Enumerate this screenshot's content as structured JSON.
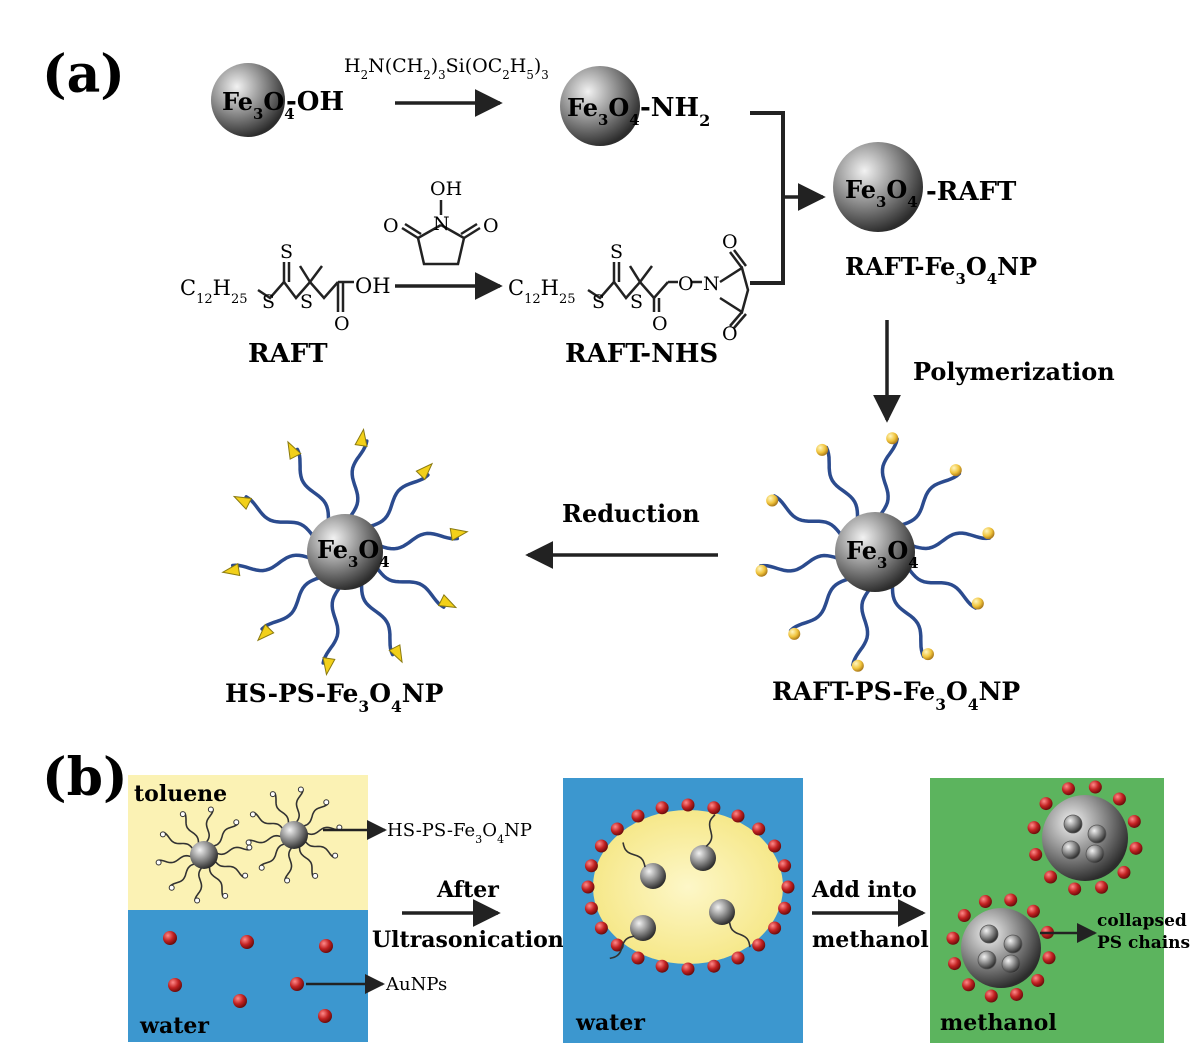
{
  "panel_a": {
    "label": "(a)",
    "core": "Fe3O4",
    "oh": "-OH",
    "nh2": "-NH2",
    "raft_suffix": "-RAFT",
    "silane_reagent": "H2N(CH2)3Si(OC2H5)3",
    "raft_name": "RAFT",
    "raft_nhs_name": "RAFT-NHS",
    "raft_np_name": "RAFT-Fe3O4NP",
    "polymerization": "Polymerization",
    "reduction": "Reduction",
    "hs_ps_name": "HS-PS-Fe3O4NP",
    "raft_ps_name": "RAFT-PS-Fe3O4NP",
    "alkyl": "C12H25",
    "atom_s": "S",
    "atom_o": "O",
    "atom_n": "N",
    "oh_group": "OH",
    "ester_o": "O"
  },
  "panel_b": {
    "label": "(b)",
    "toluene": "toluene",
    "water_left": "water",
    "water_mid": "water",
    "methanol": "methanol",
    "hs_ps_label": "HS-PS-Fe3O4NP",
    "aunps": "AuNPs",
    "step1_line1": "After",
    "step1_line2": "Ultrasonication",
    "step2_line1": "Add into",
    "step2_line2": "methanol",
    "collapsed_line1": "collapsed",
    "collapsed_line2": "PS chains"
  },
  "colors": {
    "toluene_fill": "#fbf2b4",
    "water_fill": "#3c97cf",
    "methanol_fill": "#5cb45e",
    "chain_blue": "#2b4b8e",
    "tip_yellow": "#f2d01a",
    "au_red": "#c22222"
  }
}
